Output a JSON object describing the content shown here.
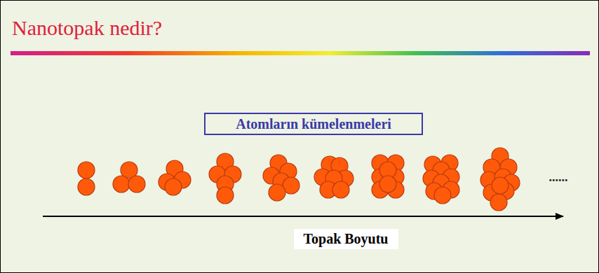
{
  "diagram": {
    "title": "Nanotopak nedir?",
    "nodes": [
      {
        "text": [
          "Atomların kümelenmeleri"
        ]
      }
    ],
    "labels": [
      "......",
      "Topak Boyutu"
    ]
  }
}
